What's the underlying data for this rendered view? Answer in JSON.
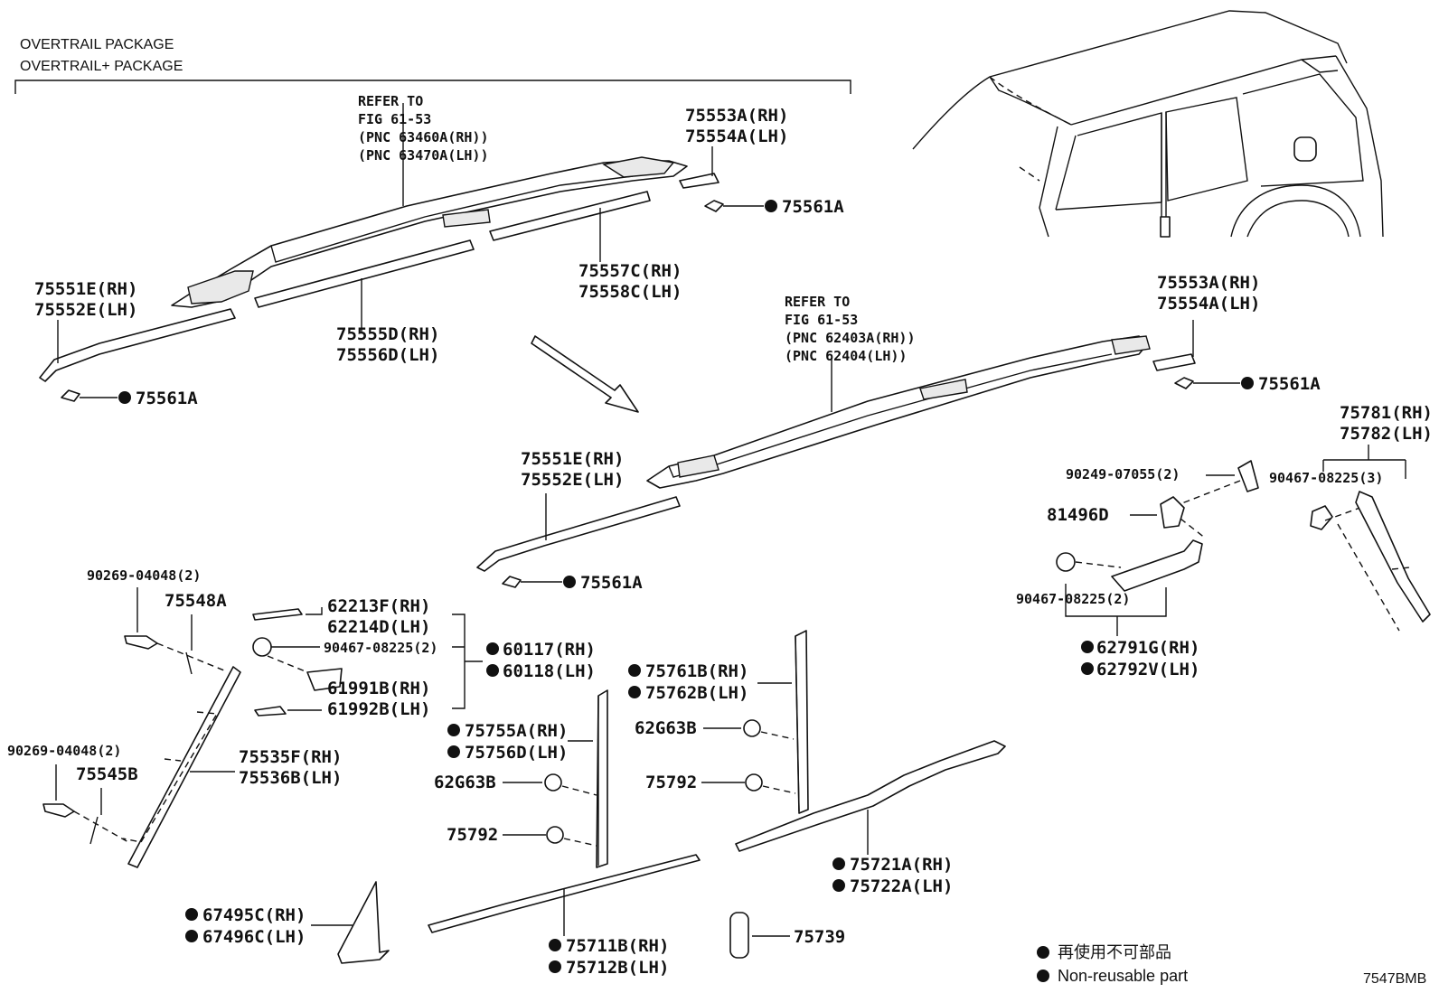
{
  "package_header": {
    "line1": "OVERTRAIL PACKAGE",
    "line2": "OVERTRAIL+ PACKAGE"
  },
  "refer_top": {
    "l1": "REFER TO",
    "l2": "FIG 61-53",
    "l3": "(PNC 63460A(RH))",
    "l4": "(PNC 63470A(LH))"
  },
  "refer_mid": {
    "l1": "REFER TO",
    "l2": "FIG 61-53",
    "l3": "(PNC 62403A(RH))",
    "l4": "(PNC 62404(LH))"
  },
  "labels": {
    "p75553a_rh_top": "75553A(RH)",
    "p75554a_lh_top": "75554A(LH)",
    "p75561a_1": "75561A",
    "p75557c_rh": "75557C(RH)",
    "p75558c_lh": "75558C(LH)",
    "p75551e_rh_top": "75551E(RH)",
    "p75552e_lh_top": "75552E(LH)",
    "p75555d_rh": "75555D(RH)",
    "p75556d_lh": "75556D(LH)",
    "p75561a_2": "75561A",
    "p75553a_rh_mid": "75553A(RH)",
    "p75554a_lh_mid": "75554A(LH)",
    "p75561a_3": "75561A",
    "p75781_rh": "75781(RH)",
    "p75782_lh": "75782(LH)",
    "p90249": "90249-07055(2)",
    "p90467_3": "90467-08225(3)",
    "p81496d": "81496D",
    "p90467_2b": "90467-08225(2)",
    "p62791g_rh": "62791G(RH)",
    "p62792v_lh": "62792V(LH)",
    "p75551e_rh_mid": "75551E(RH)",
    "p75552e_lh_mid": "75552E(LH)",
    "p75561a_4": "75561A",
    "p90269_a": "90269-04048(2)",
    "p75548a": "75548A",
    "p62213f_rh": "62213F(RH)",
    "p62214d_lh": "62214D(LH)",
    "p90467_2a": "90467-08225(2)",
    "p60117_rh": "60117(RH)",
    "p60118_lh": "60118(LH)",
    "p61991b_rh": "61991B(RH)",
    "p61992b_lh": "61992B(LH)",
    "p75761b_rh": "75761B(RH)",
    "p75762b_lh": "75762B(LH)",
    "p75755a_rh": "75755A(RH)",
    "p75756d_lh": "75756D(LH)",
    "p62g63b_r": "62G63B",
    "p62g63b_l": "62G63B",
    "p75792_r": "75792",
    "p75792_l": "75792",
    "p90269_b": "90269-04048(2)",
    "p75545b": "75545B",
    "p75535f_rh": "75535F(RH)",
    "p75536b_lh": "75536B(LH)",
    "p75721a_rh": "75721A(RH)",
    "p75722a_lh": "75722A(LH)",
    "p67495c_rh": "67495C(RH)",
    "p67496c_lh": "67496C(LH)",
    "p75711b_rh": "75711B(RH)",
    "p75712b_lh": "75712B(LH)",
    "p75739": "75739"
  },
  "legend": {
    "jp": "再使用不可部品",
    "en": "Non-reusable part"
  },
  "figure_code": "7547BMB"
}
